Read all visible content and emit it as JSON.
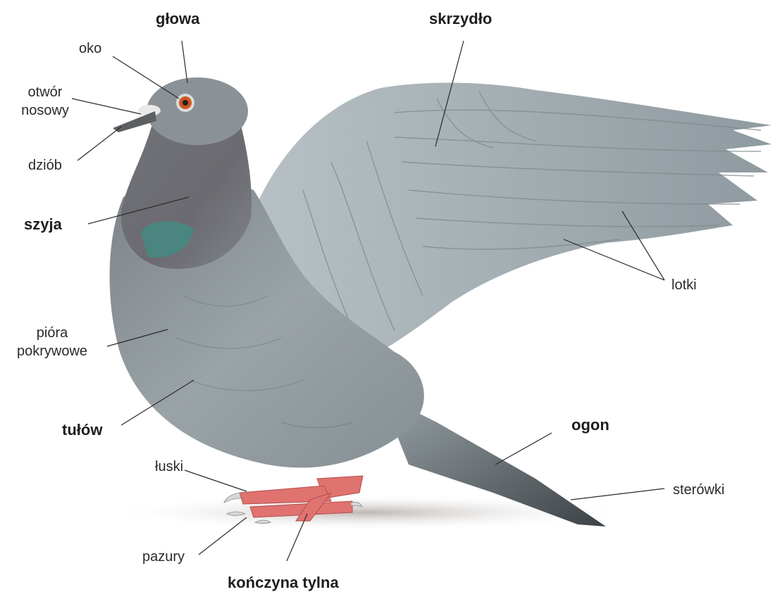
{
  "labels": {
    "glowa": "głowa",
    "oko": "oko",
    "otwor_nosowy_1": "otwór",
    "otwor_nosowy_2": "nosowy",
    "dziob": "dziób",
    "szyja": "szyja",
    "skrzydlo": "skrzydło",
    "lotki": "lotki",
    "piora_1": "pióra",
    "piora_2": "pokrywowe",
    "tulow": "tułów",
    "ogon": "ogon",
    "sterowki": "sterówki",
    "luski": "łuski",
    "pazury": "pazury",
    "konczyna": "kończyna tylna"
  },
  "colors": {
    "plumage": "#8e979b",
    "wing": "#aeb8bc",
    "neck_sheen": "#3f8f84",
    "feet": "#e0726f",
    "eye": "#d0551c",
    "text": "#2b2b2b"
  }
}
